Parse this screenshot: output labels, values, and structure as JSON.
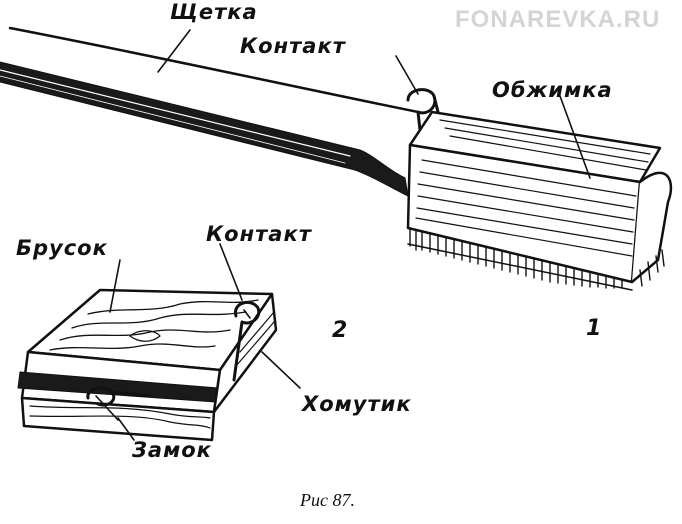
{
  "watermark": "FONAREVKA.RU",
  "labels": {
    "brush": "Щетка",
    "contact_top": "Контакт",
    "crimp": "Обжимка",
    "block": "Брусок",
    "contact_bottom": "Контакт",
    "clamp": "Хомутик",
    "lock": "Замок"
  },
  "numbers": {
    "item_1": "1",
    "item_2": "2"
  },
  "caption": "Рис 87."
}
